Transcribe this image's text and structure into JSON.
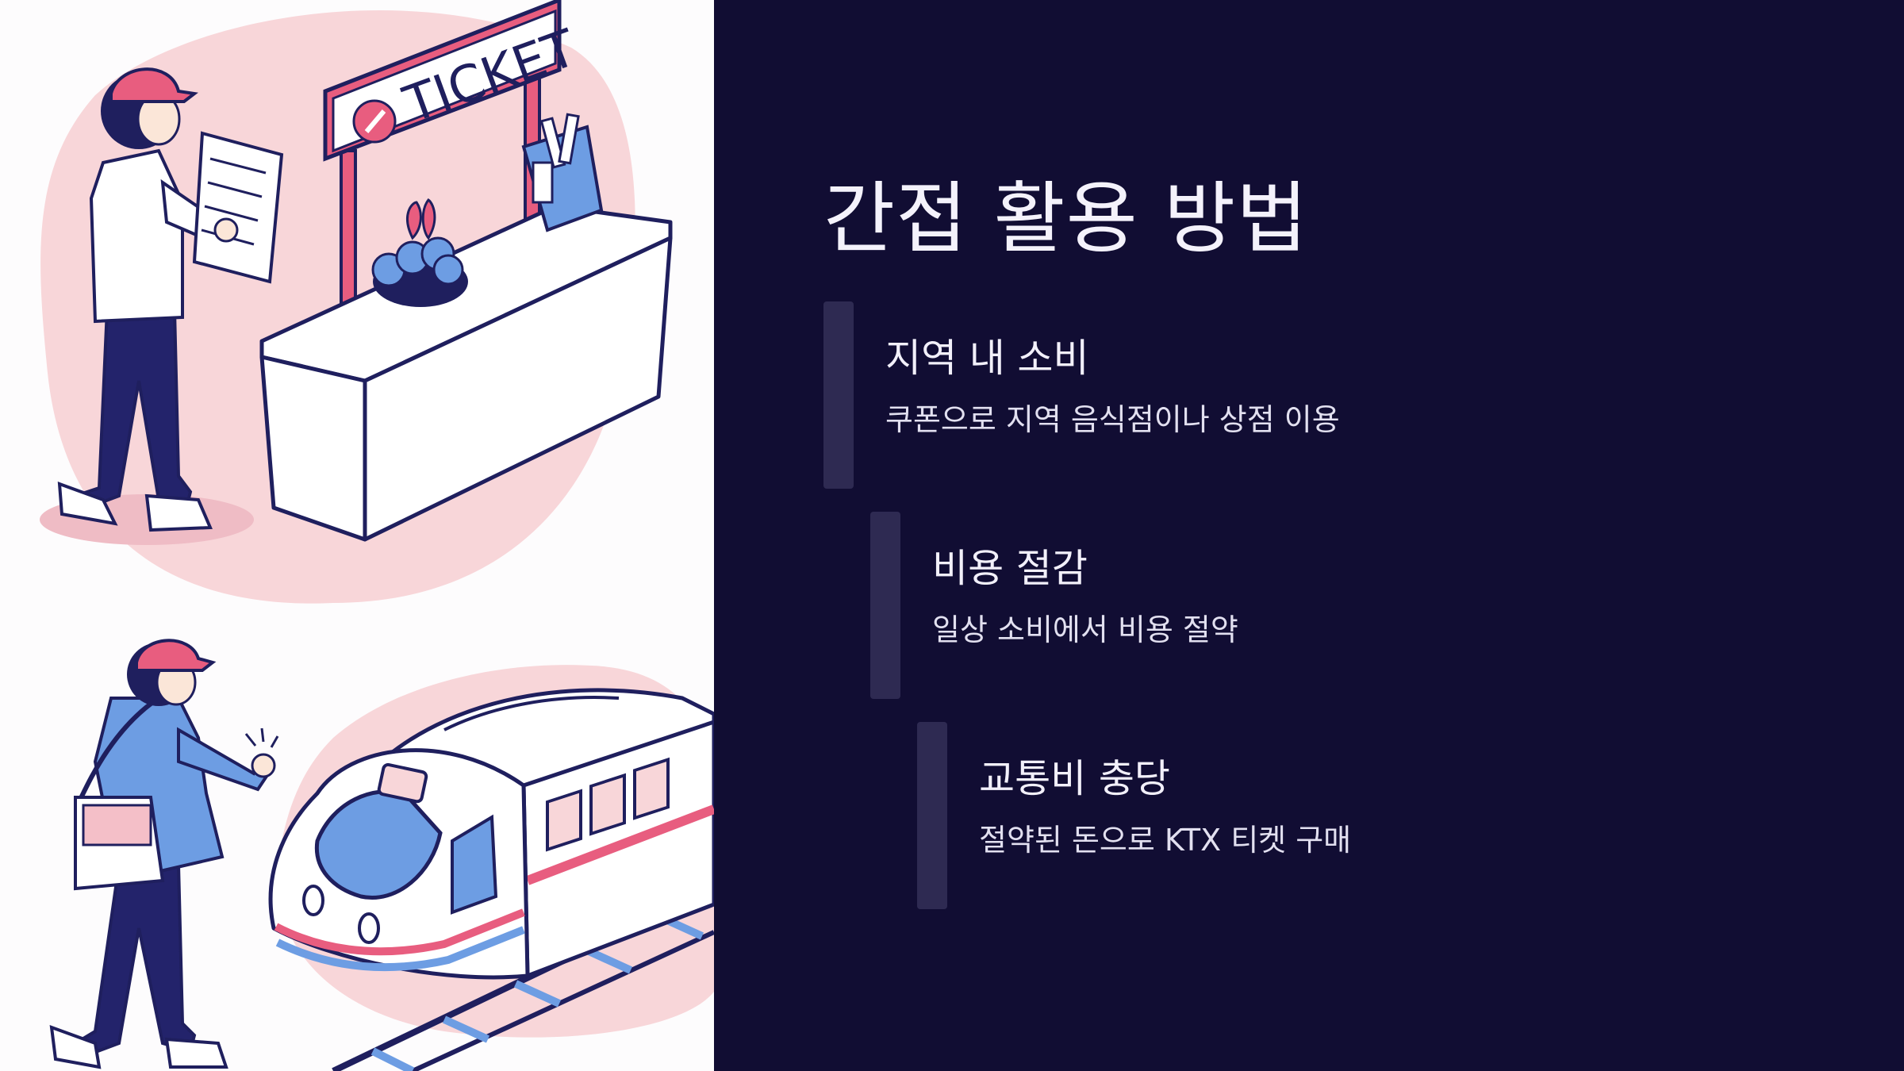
{
  "illustration": {
    "sign_text": "TICKET",
    "scenes": [
      "person-reading-at-ticket-booth",
      "person-waving-at-train"
    ]
  },
  "slide": {
    "title": "간접 활용 방법",
    "items": [
      {
        "heading": "지역 내 소비",
        "description": "쿠폰으로 지역 음식점이나 상점 이용"
      },
      {
        "heading": "비용 절감",
        "description": "일상 소비에서 비용 절약"
      },
      {
        "heading": "교통비 충당",
        "description": "절약된 돈으로 KTX 티켓 구매"
      }
    ]
  },
  "colors": {
    "background": "#110d33",
    "accent_bar": "#2e2a52",
    "text": "#f2f0fa",
    "illustration_pink": "#f8d6d9",
    "illustration_navy": "#1f1f5e",
    "illustration_red": "#e85d7f",
    "illustration_blue": "#6d9de3"
  }
}
